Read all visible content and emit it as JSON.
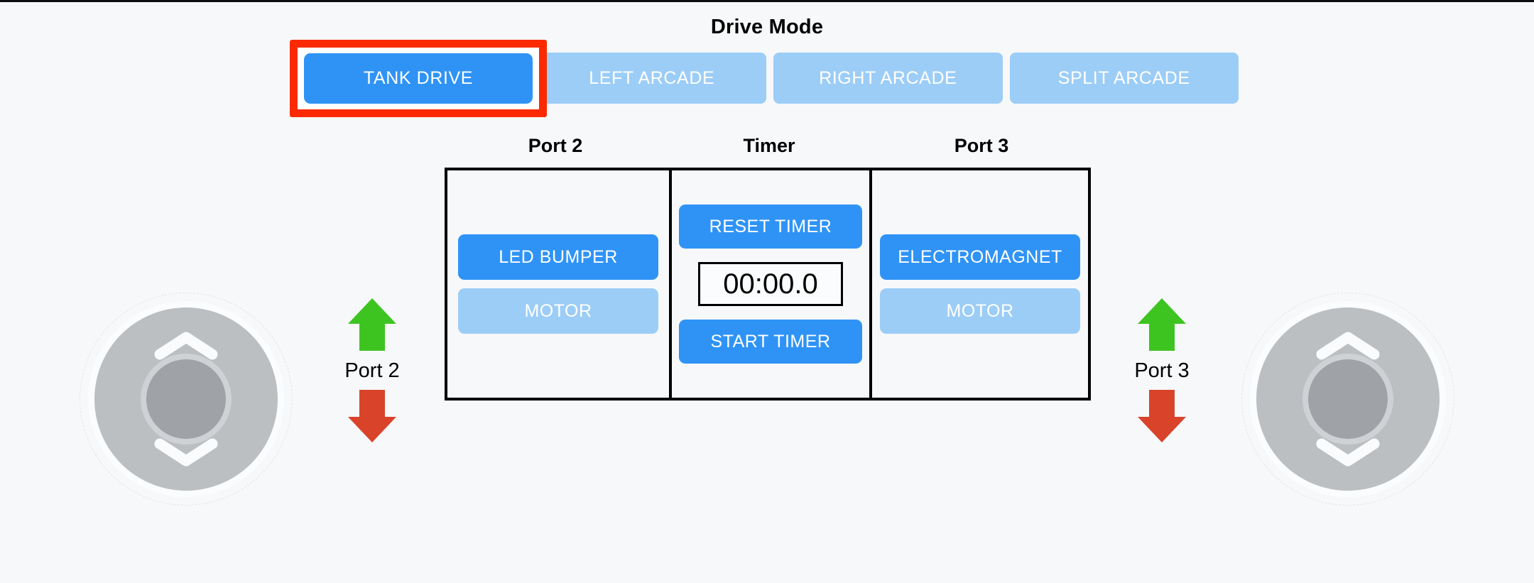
{
  "page": {
    "background_color": "#f6f8fa",
    "accent_blue": "#2f93f6",
    "accent_blue_light": "#9ccdf7",
    "highlight_red": "#fc2a00",
    "arrow_green": "#3ec421",
    "arrow_red": "#d8432a"
  },
  "drive_mode": {
    "title": "Drive Mode",
    "buttons": [
      {
        "label": "TANK DRIVE",
        "state": "active",
        "highlighted": true
      },
      {
        "label": "LEFT ARCADE",
        "state": "inactive",
        "highlighted": false
      },
      {
        "label": "RIGHT ARCADE",
        "state": "inactive",
        "highlighted": false
      },
      {
        "label": "SPLIT ARCADE",
        "state": "inactive",
        "highlighted": false
      }
    ]
  },
  "panels": {
    "port2": {
      "header": "Port 2",
      "buttons": [
        {
          "label": "LED BUMPER",
          "state": "active"
        },
        {
          "label": "MOTOR",
          "state": "inactive"
        }
      ]
    },
    "timer": {
      "header": "Timer",
      "reset_label": "RESET TIMER",
      "display": "00:00.0",
      "start_label": "START TIMER"
    },
    "port3": {
      "header": "Port 3",
      "buttons": [
        {
          "label": "ELECTROMAGNET",
          "state": "active"
        },
        {
          "label": "MOTOR",
          "state": "inactive"
        }
      ]
    }
  },
  "arrow_controls": [
    {
      "label": "Port 2",
      "up_icon": "arrow-up-icon",
      "down_icon": "arrow-down-icon"
    },
    {
      "label": "Port 3",
      "up_icon": "arrow-up-icon",
      "down_icon": "arrow-down-icon"
    }
  ],
  "joysticks": [
    {
      "side": "left",
      "up_icon": "chevron-up-icon",
      "down_icon": "chevron-down-icon"
    },
    {
      "side": "right",
      "up_icon": "chevron-up-icon",
      "down_icon": "chevron-down-icon"
    }
  ]
}
